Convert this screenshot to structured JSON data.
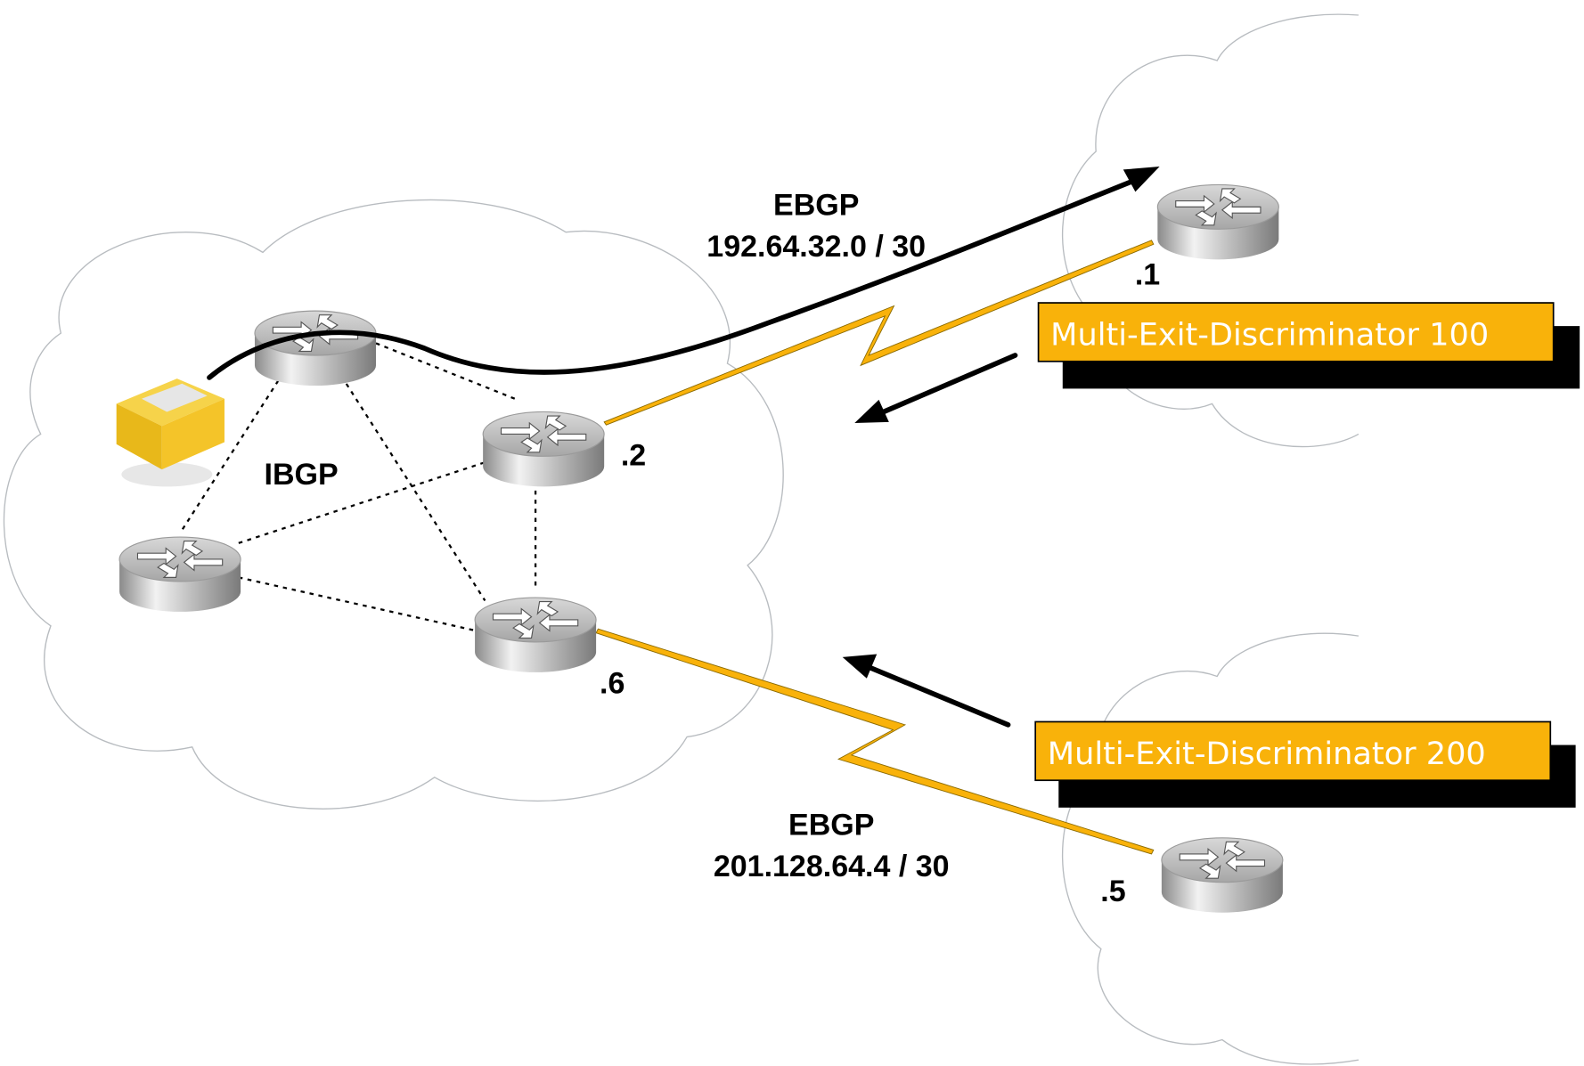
{
  "labels": {
    "ebgp_top": "EBGP",
    "subnet_top": "192.64.32.0 / 30",
    "ebgp_bottom": "EBGP",
    "subnet_bottom": "201.128.64.4 / 30",
    "ibgp": "IBGP",
    "addr_1": ".1",
    "addr_2": ".2",
    "addr_5": ".5",
    "addr_6": ".6"
  },
  "med_boxes": [
    {
      "text": "Multi-Exit-Discriminator 100"
    },
    {
      "text": "Multi-Exit-Discriminator 200"
    }
  ],
  "colors": {
    "med_fill": "#F9B20A",
    "link": "#F9B20A",
    "shadow": "#000000"
  },
  "icons": [
    "router-icon",
    "package-icon",
    "cloud-icon"
  ]
}
